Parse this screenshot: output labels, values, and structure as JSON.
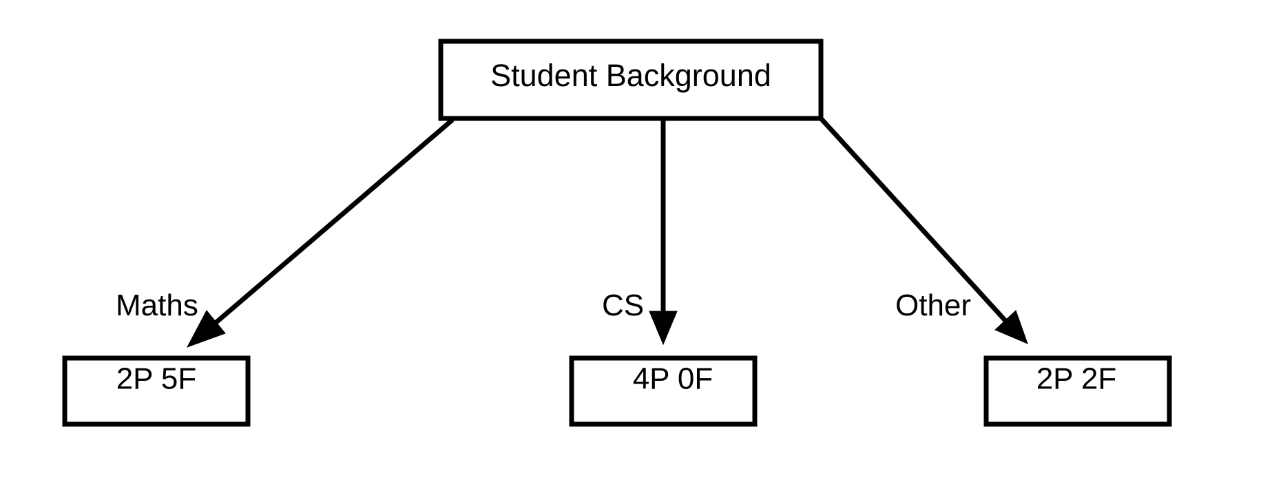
{
  "diagram": {
    "root": {
      "label": "Student Background"
    },
    "branches": [
      {
        "edge_label": "Maths",
        "leaf_label": "2P 5F"
      },
      {
        "edge_label": "CS",
        "leaf_label": "4P 0F"
      },
      {
        "edge_label": "Other",
        "leaf_label": "2P 2F"
      }
    ]
  },
  "colors": {
    "stroke": "#000000",
    "background": "#ffffff"
  }
}
